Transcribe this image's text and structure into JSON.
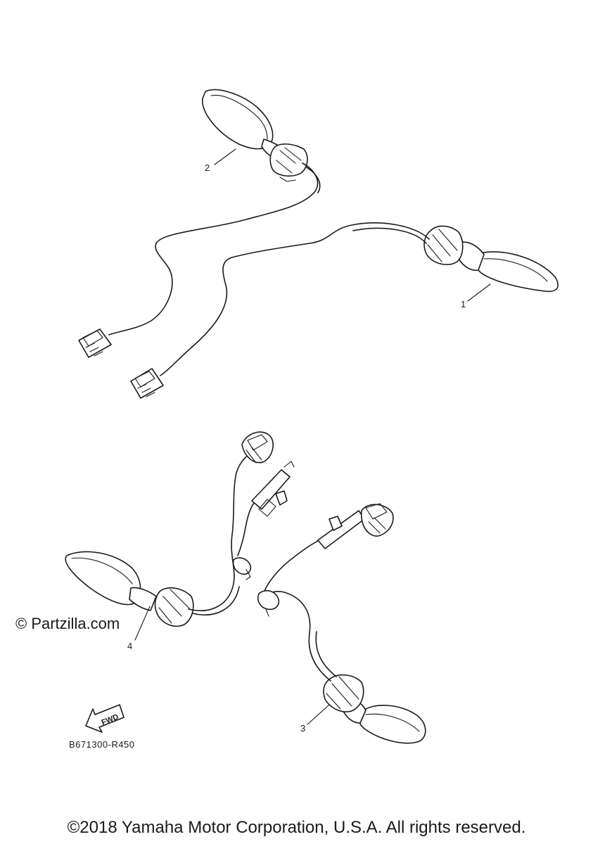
{
  "callouts": [
    {
      "label": "1"
    },
    {
      "label": "2"
    },
    {
      "label": "3"
    },
    {
      "label": "4"
    }
  ],
  "fwd_arrow": {
    "label": "FWD"
  },
  "diagram_code": "B671300-R450",
  "watermark": "© Partzilla.com",
  "copyright": "©2018 Yamaha Motor Corporation, U.S.A. All rights reserved."
}
